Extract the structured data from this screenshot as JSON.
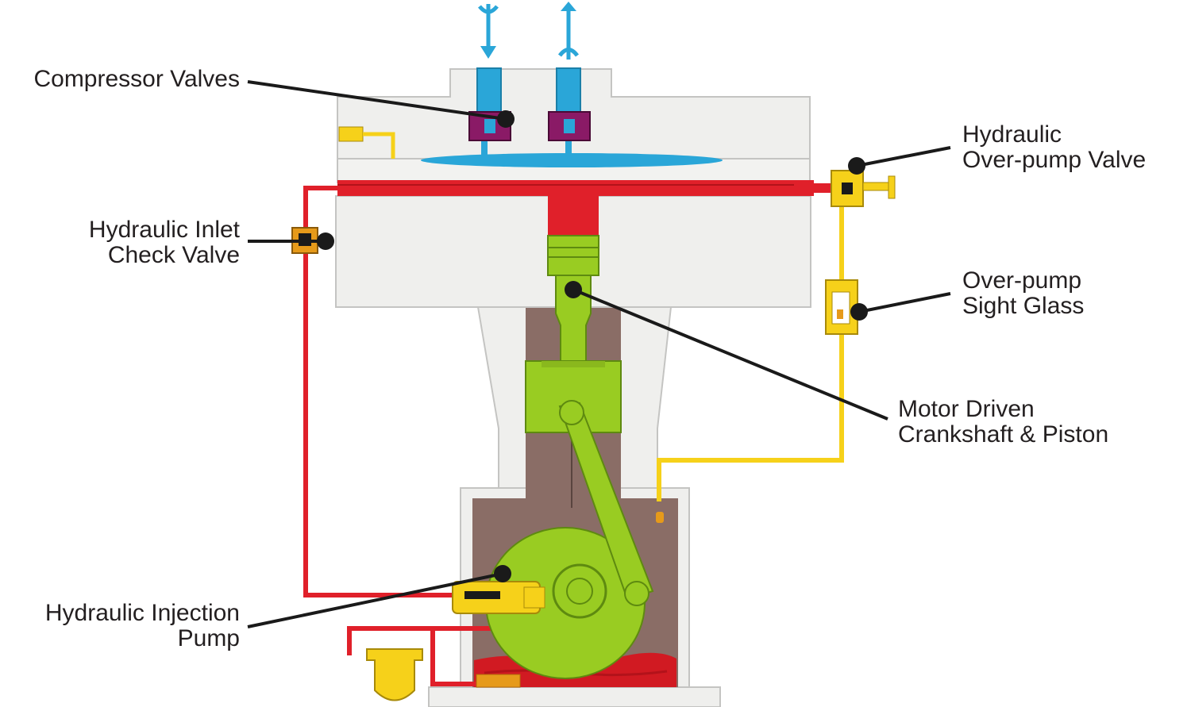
{
  "colors": {
    "housing": "#efefed",
    "housing_stroke": "#bdbdbb",
    "crankcase": "#8a6d66",
    "piston_green": "#99cc22",
    "piston_stroke": "#5e8a10",
    "hydraulic_red": "#e0202a",
    "hydraulic_yellow": "#f6d11a",
    "gas_blue": "#2aa6d8",
    "valve_purple": "#8a1a66",
    "oil_orange": "#e69a1a",
    "callout": "#1a1a1a"
  },
  "labels": {
    "compressor_valves": {
      "lines": [
        "Compressor Valves"
      ]
    },
    "inlet_check_valve": {
      "lines": [
        "Hydraulic Inlet",
        "Check Valve"
      ]
    },
    "injection_pump": {
      "lines": [
        "Hydraulic Injection",
        "Pump"
      ]
    },
    "overpump_valve": {
      "lines": [
        "Hydraulic",
        "Over-pump Valve"
      ]
    },
    "sight_glass": {
      "lines": [
        "Over-pump",
        "Sight Glass"
      ]
    },
    "crankshaft_piston": {
      "lines": [
        "Motor Driven",
        "Crankshaft & Piston"
      ]
    }
  }
}
